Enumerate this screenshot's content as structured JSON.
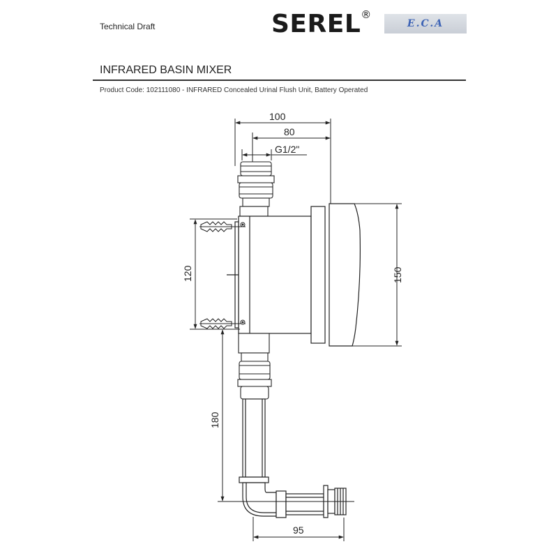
{
  "header": {
    "doc_type": "Technical Draft",
    "brand": "SEREL",
    "brand_mark": "®",
    "partner_logo": "E.C.A"
  },
  "title": "INFRARED BASIN MIXER",
  "product_line": "Product Code: 102111080 - INFRARED Concealed Urinal Flush Unit, Battery Operated",
  "dimensions": {
    "overall_width": "100",
    "body_width": "80",
    "thread": "G1/2\"",
    "anchor_spacing": "120",
    "cover_height": "150",
    "pipe_length": "180",
    "outlet_offset": "95"
  }
}
